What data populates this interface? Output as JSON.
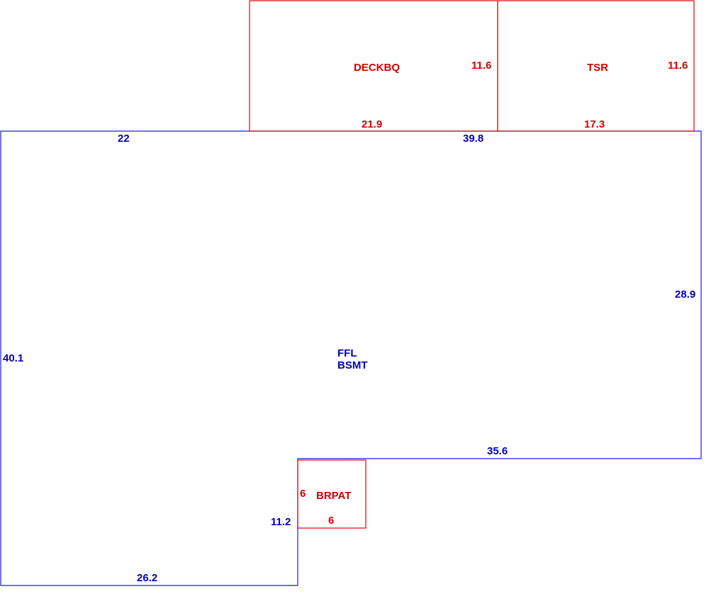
{
  "colors": {
    "main_outline": "#1a1aff",
    "main_text": "#0000b4",
    "addon_outline": "#e60000",
    "addon_text": "#d40000"
  },
  "main_area": {
    "name_line1": "FFL",
    "name_line2": "BSMT",
    "dims": {
      "top_left": "22",
      "top_right": "39.8",
      "right": "28.9",
      "left": "40.1",
      "inner_horizontal": "35.6",
      "inner_vertical": "11.2",
      "bottom": "26.2"
    }
  },
  "deck": {
    "name": "DECKBQ",
    "width": "21.9",
    "depth": "11.6"
  },
  "tsr": {
    "name": "TSR",
    "width": "17.3",
    "depth": "11.6"
  },
  "patio": {
    "name": "BRPAT",
    "width": "6",
    "depth": "6"
  }
}
